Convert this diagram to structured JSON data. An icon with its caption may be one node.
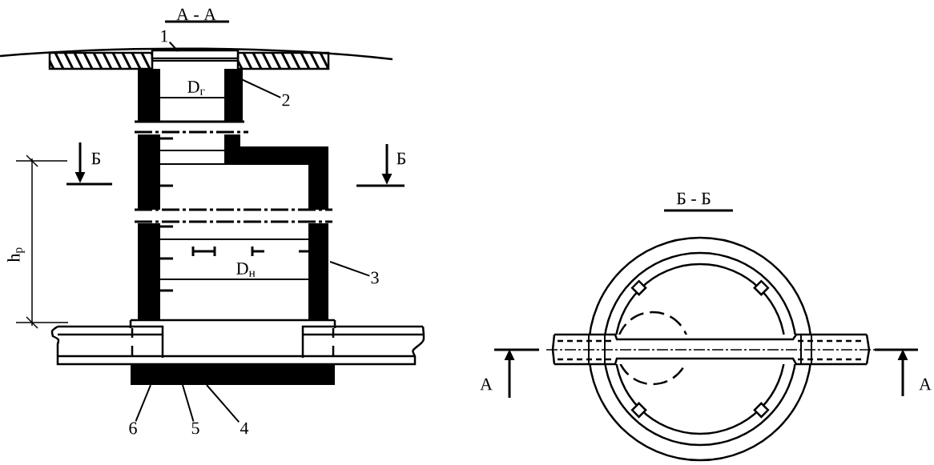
{
  "diagram": {
    "nodes": [
      {
        "text": [
          "1"
        ]
      },
      {
        "text": [
          "2"
        ]
      },
      {
        "text": [
          "3"
        ]
      },
      {
        "text": [
          "6"
        ]
      },
      {
        "text": [
          "5"
        ]
      },
      {
        "text": [
          "4"
        ]
      }
    ],
    "edges": [
      {
        "from": 0,
        "to": null,
        "arrow": "none"
      },
      {
        "from": 1,
        "to": null,
        "arrow": "none"
      },
      {
        "from": 2,
        "to": null,
        "arrow": "none"
      },
      {
        "from": 3,
        "to": null,
        "arrow": "none"
      },
      {
        "from": 4,
        "to": null,
        "arrow": "none"
      },
      {
        "from": 5,
        "to": null,
        "arrow": "none"
      }
    ],
    "labels": [
      "А - А",
      "D$_{г}$",
      "Б",
      "Б",
      "h$_{р}$",
      "D$_{н}$",
      "Б - Б",
      "А",
      "А"
    ]
  }
}
